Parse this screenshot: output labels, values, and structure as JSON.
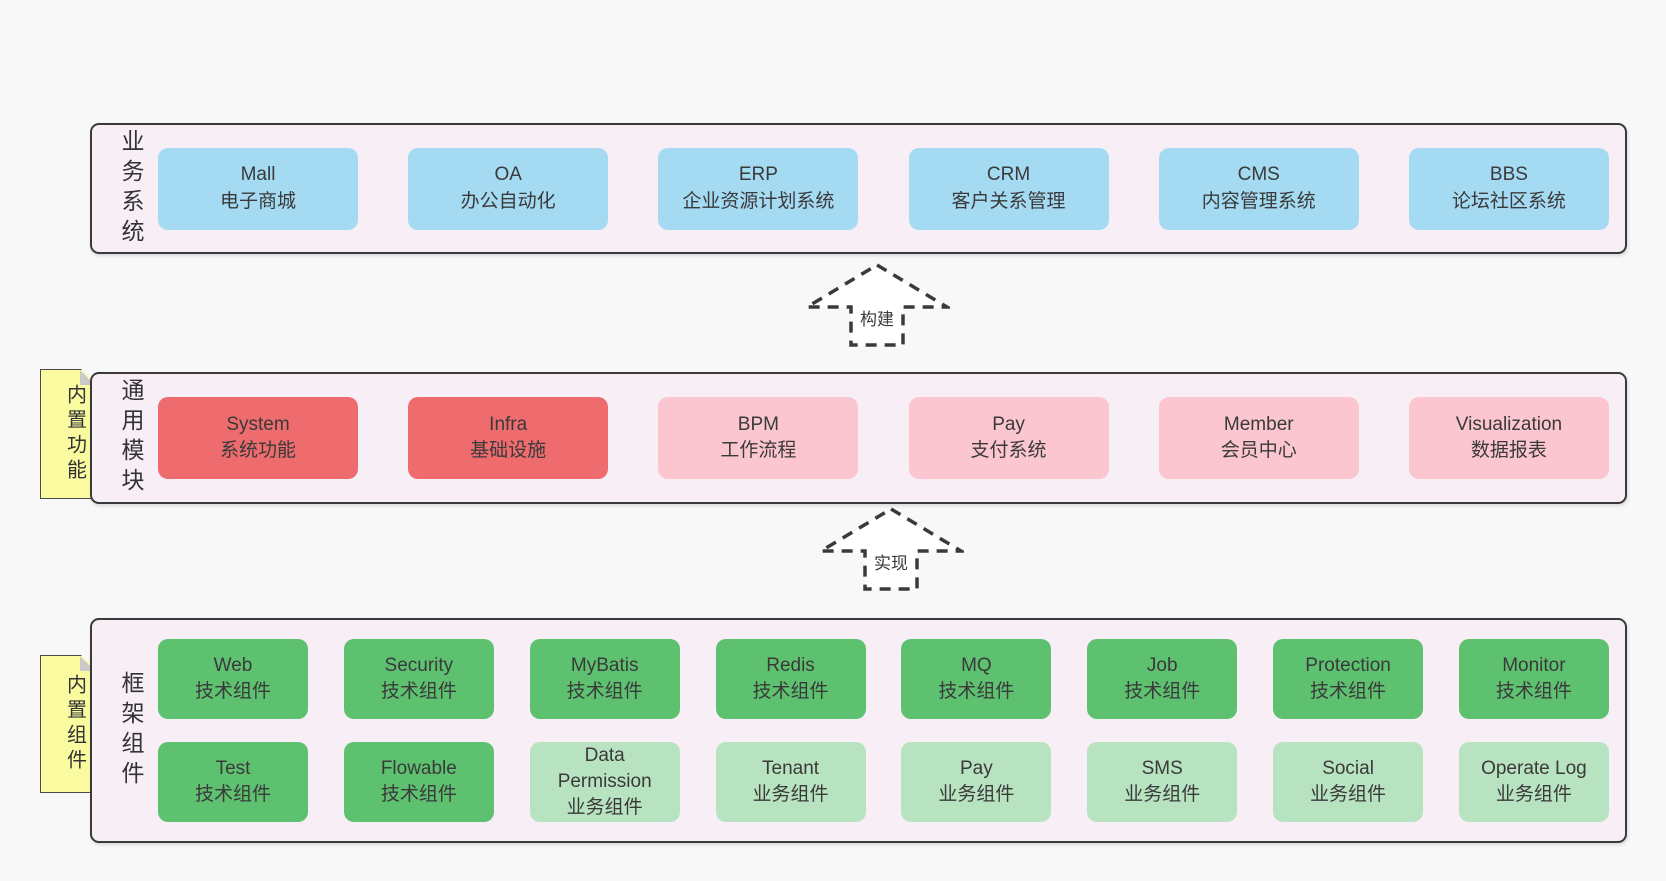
{
  "colors": {
    "page_bg": "#f8f8f8",
    "band_bg": "#f7eef6",
    "band_border": "#3a3a3a",
    "blue": "#a5daf3",
    "red": "#ee6b6e",
    "pink": "#fbc6cf",
    "green_dark": "#5dc170",
    "green_light": "#b8e3c0",
    "note_yellow": "#fafba1",
    "note_fold": "#c9c9c9",
    "text": "#3a3a3a"
  },
  "arrows": [
    {
      "label": "构建"
    },
    {
      "label": "实现"
    }
  ],
  "bands": [
    {
      "label": "业务系统",
      "boxes": [
        {
          "title": "Mall",
          "subtitle": "电子商城"
        },
        {
          "title": "OA",
          "subtitle": "办公自动化"
        },
        {
          "title": "ERP",
          "subtitle": "企业资源计划系统"
        },
        {
          "title": "CRM",
          "subtitle": "客户关系管理"
        },
        {
          "title": "CMS",
          "subtitle": "内容管理系统"
        },
        {
          "title": "BBS",
          "subtitle": "论坛社区系统"
        }
      ]
    },
    {
      "label": "通用模块",
      "note": "内置功能",
      "boxes": [
        {
          "title": "System",
          "subtitle": "系统功能"
        },
        {
          "title": "Infra",
          "subtitle": "基础设施"
        },
        {
          "title": "BPM",
          "subtitle": "工作流程"
        },
        {
          "title": "Pay",
          "subtitle": "支付系统"
        },
        {
          "title": "Member",
          "subtitle": "会员中心"
        },
        {
          "title": "Visualization",
          "subtitle": "数据报表"
        }
      ]
    },
    {
      "label": "框架组件",
      "note": "内置组件",
      "row1": [
        {
          "title": "Web",
          "subtitle": "技术组件"
        },
        {
          "title": "Security",
          "subtitle": "技术组件"
        },
        {
          "title": "MyBatis",
          "subtitle": "技术组件"
        },
        {
          "title": "Redis",
          "subtitle": "技术组件"
        },
        {
          "title": "MQ",
          "subtitle": "技术组件"
        },
        {
          "title": "Job",
          "subtitle": "技术组件"
        },
        {
          "title": "Protection",
          "subtitle": "技术组件"
        },
        {
          "title": "Monitor",
          "subtitle": "技术组件"
        }
      ],
      "row2": [
        {
          "title": "Test",
          "subtitle": "技术组件"
        },
        {
          "title": "Flowable",
          "subtitle": "技术组件"
        },
        {
          "title": "Data Permission",
          "subtitle": "业务组件"
        },
        {
          "title": "Tenant",
          "subtitle": "业务组件"
        },
        {
          "title": "Pay",
          "subtitle": "业务组件"
        },
        {
          "title": "SMS",
          "subtitle": "业务组件"
        },
        {
          "title": "Social",
          "subtitle": "业务组件"
        },
        {
          "title": "Operate Log",
          "subtitle": "业务组件"
        }
      ]
    }
  ]
}
